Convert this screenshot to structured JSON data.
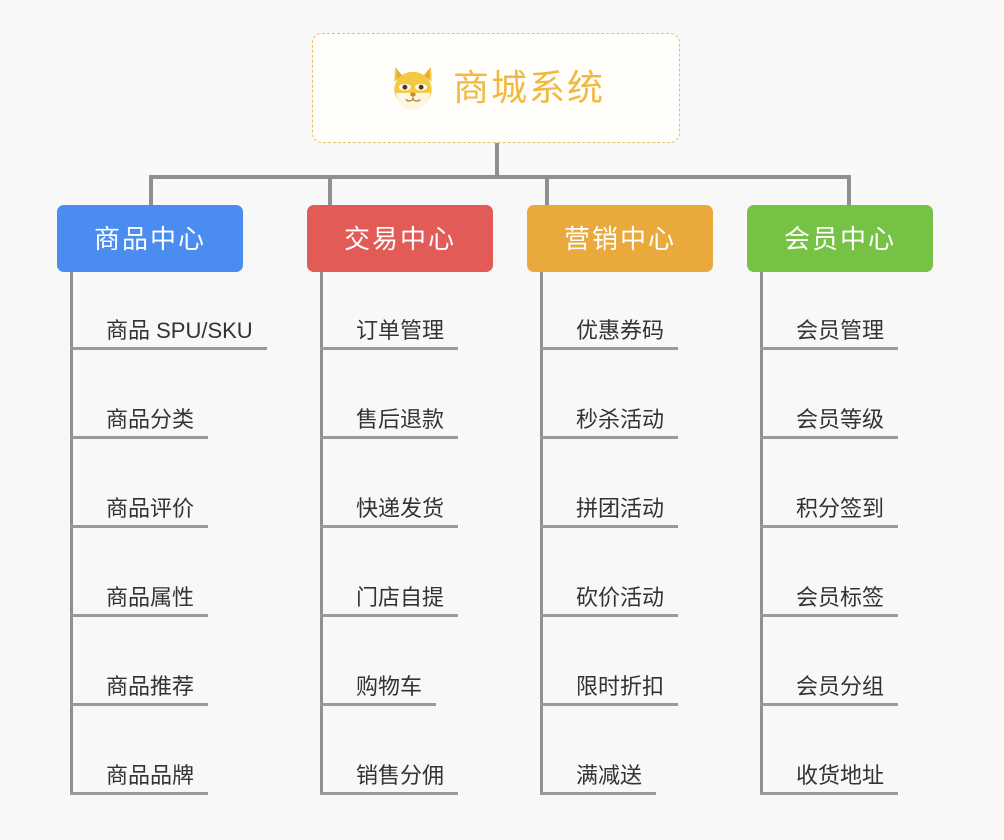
{
  "root": {
    "title": "商城系统",
    "icon": "shiba-dog-icon",
    "border_color": "#e9be6a",
    "text_color": "#f0b93f"
  },
  "connector_color": "#909090",
  "background_color": "#f8f8f8",
  "categories": [
    {
      "label": "商品中心",
      "color": "#4a8cf0",
      "items": [
        "商品 SPU/SKU",
        "商品分类",
        "商品评价",
        "商品属性",
        "商品推荐",
        "商品品牌"
      ]
    },
    {
      "label": "交易中心",
      "color": "#e35b57",
      "items": [
        "订单管理",
        "售后退款",
        "快递发货",
        "门店自提",
        "购物车",
        "销售分佣"
      ]
    },
    {
      "label": "营销中心",
      "color": "#eaa93c",
      "items": [
        "优惠券码",
        "秒杀活动",
        "拼团活动",
        "砍价活动",
        "限时折扣",
        "满减送"
      ]
    },
    {
      "label": "会员中心",
      "color": "#76c244",
      "items": [
        "会员管理",
        "会员等级",
        "积分签到",
        "会员标签",
        "会员分组",
        "收货地址"
      ]
    }
  ]
}
